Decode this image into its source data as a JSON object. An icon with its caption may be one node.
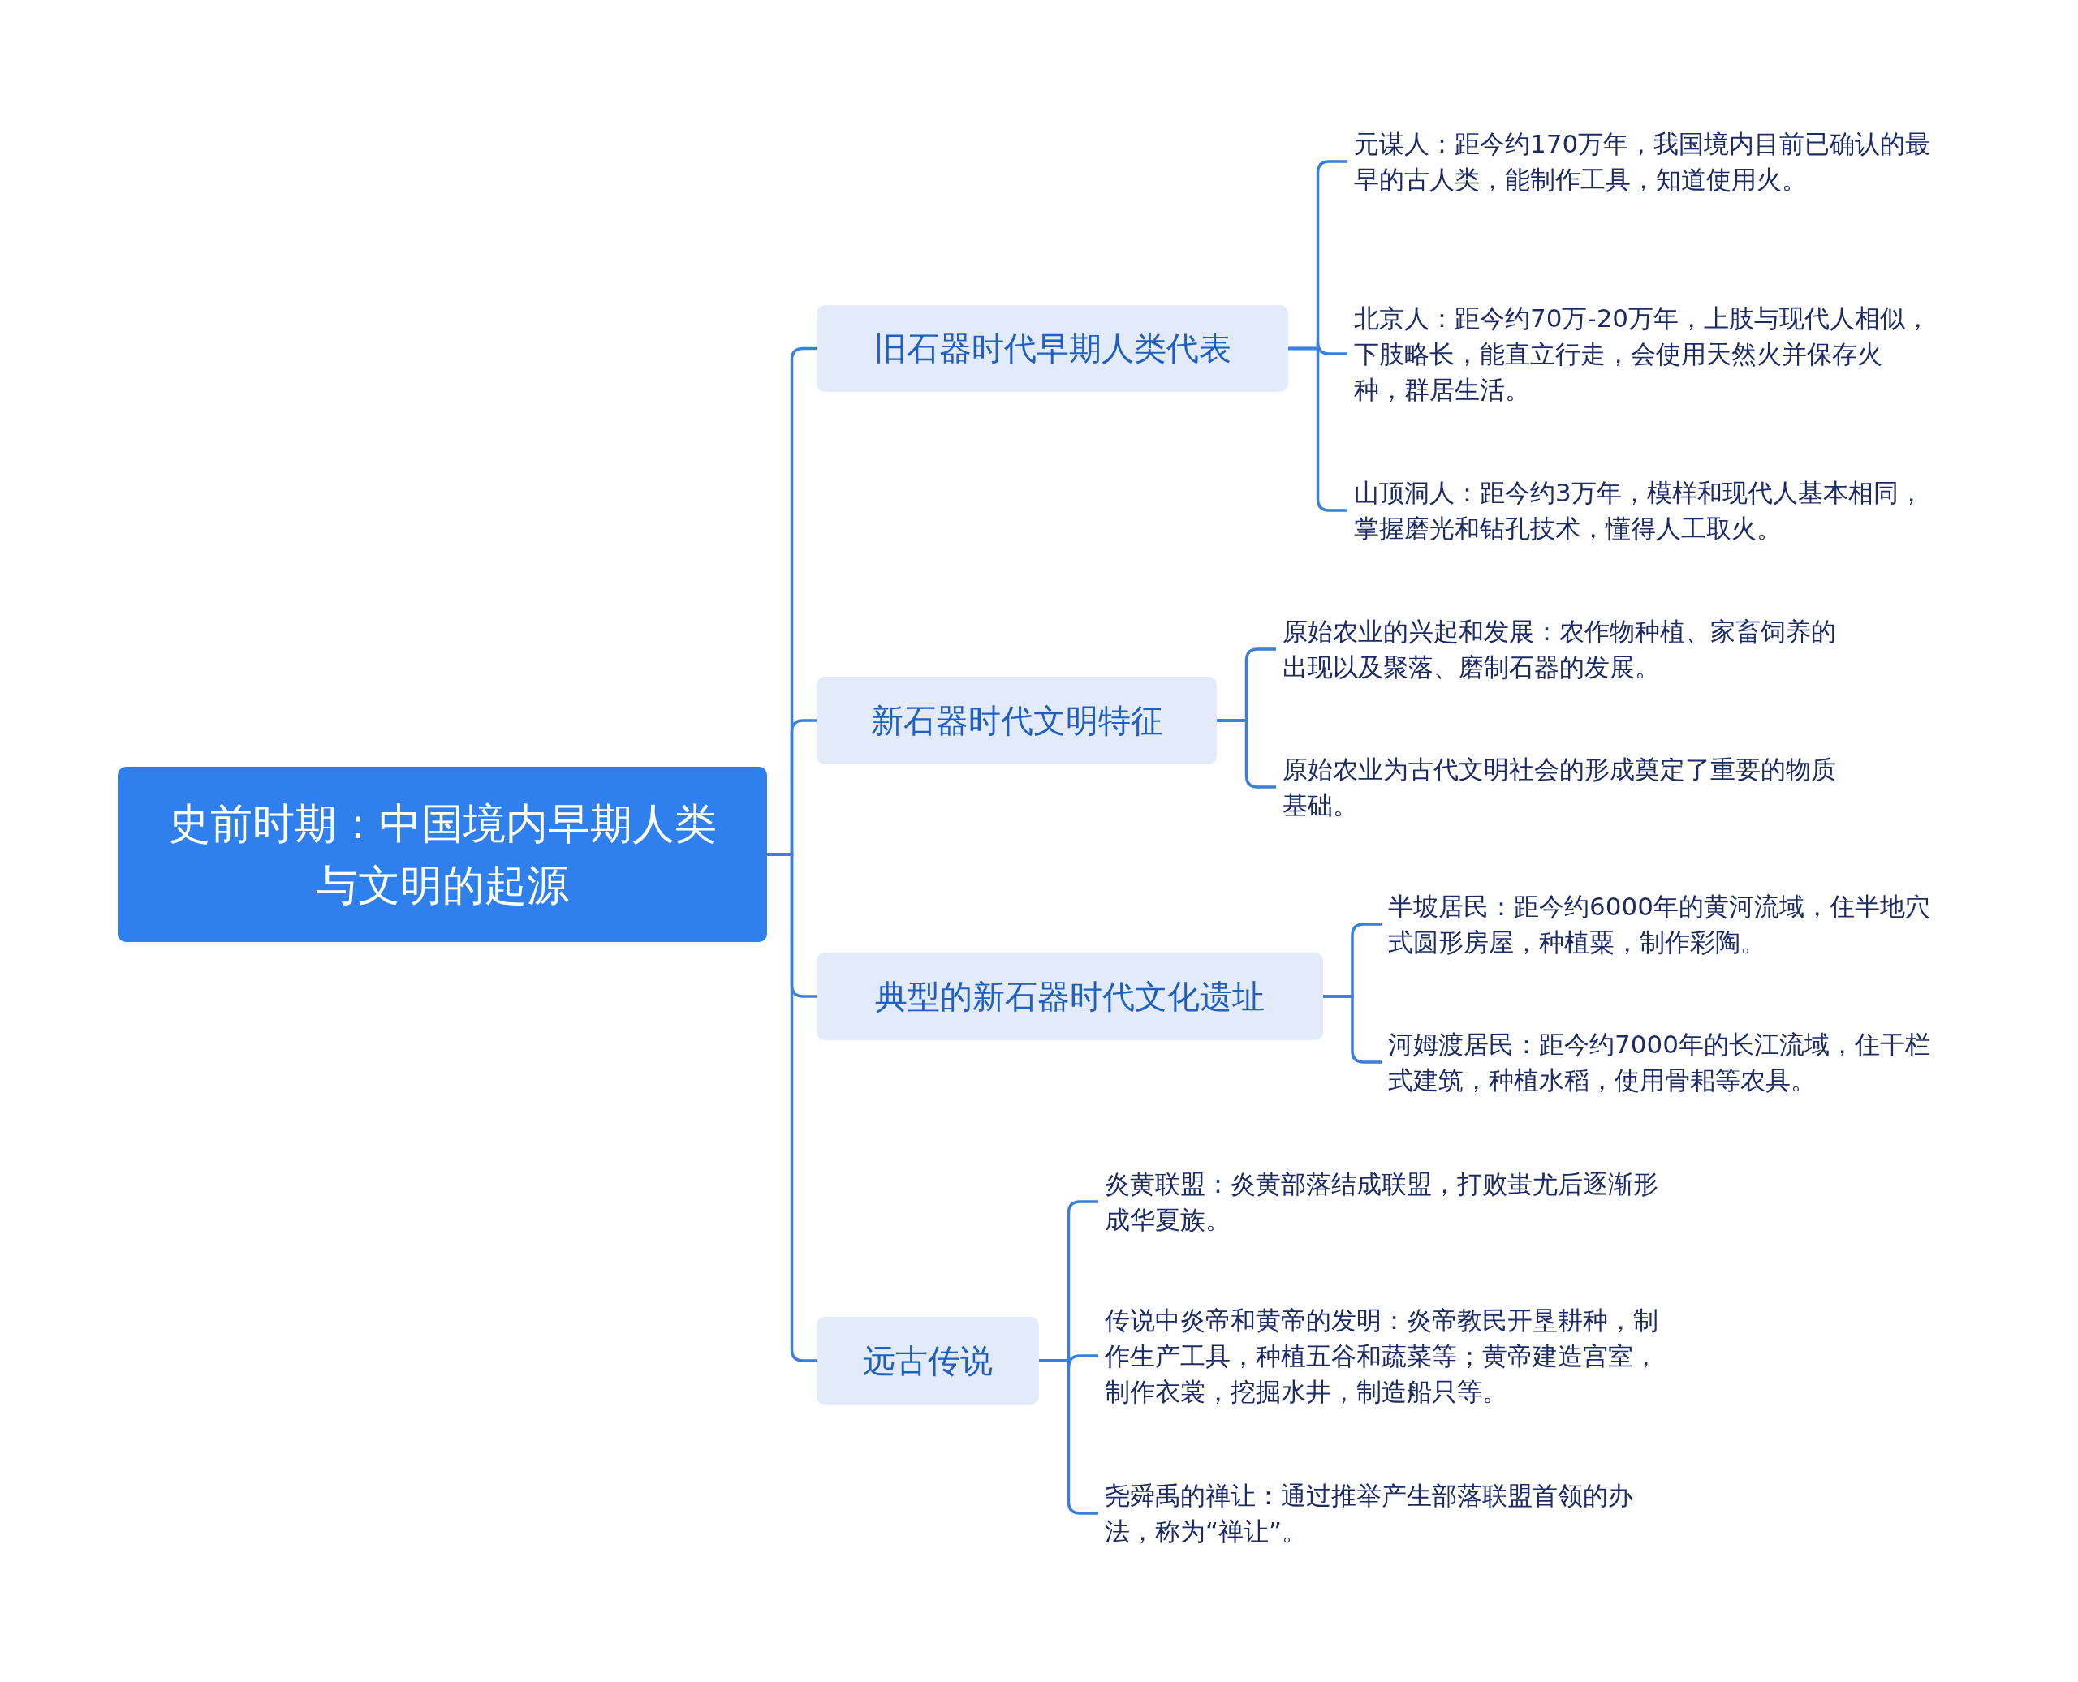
{
  "diagram": {
    "nodes": [
      {
        "text": [
          "史前时期：中国境内早期人类与文明的起源"
        ]
      },
      {
        "text": [
          "旧石器时代早期人类代表"
        ]
      },
      {
        "text": [
          "元谋人：距今约170万年，我国境内目前已确认的最早的古人类，能制作工具，知道使用火。"
        ]
      },
      {
        "text": [
          "北京人：距今约70万-20万年，上肢与现代人相似，下肢略长，能直立行走，会使用天然火并保存火种，群居生活。"
        ]
      },
      {
        "text": [
          "山顶洞人：距今约3万年，模样和现代人基本相同，掌握磨光和钻孔技术，懂得人工取火。"
        ]
      },
      {
        "text": [
          "新石器时代文明特征"
        ]
      },
      {
        "text": [
          "原始农业的兴起和发展：农作物种植、家畜饲养的出现以及聚落、磨制石器的发展。"
        ]
      },
      {
        "text": [
          "原始农业为古代文明社会的形成奠定了重要的物质基础。"
        ]
      },
      {
        "text": [
          "典型的新石器时代文化遗址"
        ]
      },
      {
        "text": [
          "半坡居民：距今约6000年的黄河流域，住半地穴式圆形房屋，种植粟，制作彩陶。"
        ]
      },
      {
        "text": [
          "河姆渡居民：距今约7000年的长江流域，住干栏式建筑，种植水稻，使用骨耜等农具。"
        ]
      },
      {
        "text": [
          "远古传说"
        ]
      },
      {
        "text": [
          "炎黄联盟：炎黄部落结成联盟，打败蚩尤后逐渐形成华夏族。"
        ]
      },
      {
        "text": [
          "传说中炎帝和黄帝的发明：炎帝教民开垦耕种，制作生产工具，种植五谷和蔬菜等；黄帝建造宫室，制作衣裳，挖掘水井，制造船只等。"
        ]
      },
      {
        "text": [
          "尧舜禹的禅让：通过推举产生部落联盟首领的办法，称为“禅让”。"
        ]
      }
    ],
    "edges": [
      {
        "from": 0,
        "to": 1,
        "arrow": "none"
      },
      {
        "from": 1,
        "to": 2,
        "arrow": "none"
      },
      {
        "from": 1,
        "to": 3,
        "arrow": "none"
      },
      {
        "from": 1,
        "to": 4,
        "arrow": "none"
      },
      {
        "from": 0,
        "to": 5,
        "arrow": "none"
      },
      {
        "from": 5,
        "to": 6,
        "arrow": "none"
      },
      {
        "from": 5,
        "to": 7,
        "arrow": "none"
      },
      {
        "from": 0,
        "to": 8,
        "arrow": "none"
      },
      {
        "from": 8,
        "to": 9,
        "arrow": "none"
      },
      {
        "from": 8,
        "to": 10,
        "arrow": "none"
      },
      {
        "from": 0,
        "to": 11,
        "arrow": "none"
      },
      {
        "from": 11,
        "to": 12,
        "arrow": "none"
      },
      {
        "from": 11,
        "to": 13,
        "arrow": "none"
      },
      {
        "from": 11,
        "to": 14,
        "arrow": "none"
      }
    ]
  }
}
